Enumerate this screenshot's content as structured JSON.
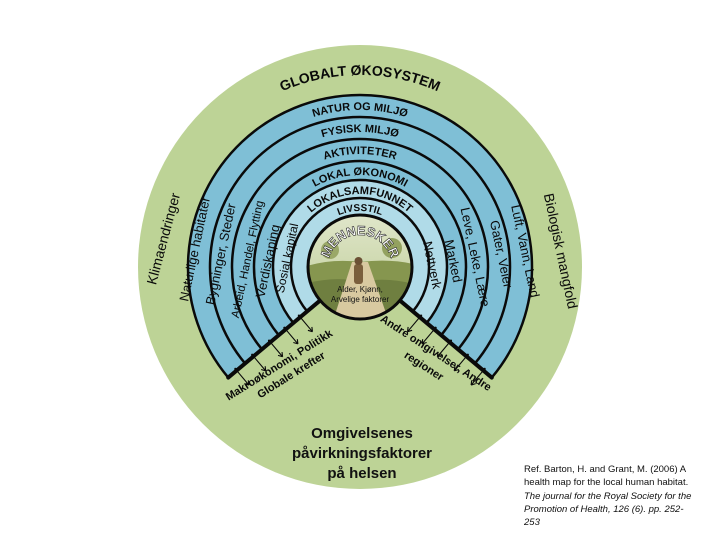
{
  "diagram": {
    "outer_title": "GLOBALT ØKOSYSTEM",
    "bands": [
      {
        "title": "NATUR OG MILJØ",
        "left": "Naturlige habitater",
        "right": "Luft, Vann, Land"
      },
      {
        "title": "FYSISK MILJØ",
        "left": "Bygninger, Steder",
        "right": "Gater, Veier"
      },
      {
        "title": "AKTIVITETER",
        "left": "Arbeid, Handel, Flytting",
        "right": "Leve, Leke, Lære"
      },
      {
        "title": "LOKAL ØKONOMI",
        "left": "Verdiskaping",
        "right": "Marked"
      },
      {
        "title": "LOKALSAMFUNNET",
        "left": "Sosial kapital",
        "right": "Nettverk"
      },
      {
        "title": "LIVSSTIL",
        "left": "",
        "right": ""
      }
    ],
    "center_title": "MENNESKER",
    "center_sub1": "Alder, Kjønn,",
    "center_sub2": "Arvelige faktorer",
    "side_left": "Klimaendringer",
    "side_right": "Biologisk mangfold",
    "wedge_left_1": "Makroøkonomi, Politikk",
    "wedge_left_2": "Globale krefter",
    "wedge_right_1": "Andre omgivelser, Andre",
    "wedge_right_2": "regioner"
  },
  "caption": {
    "line1": "Omgivelsenes",
    "line2": "påvirkningsfaktorer",
    "line3": "på helsen"
  },
  "reference": {
    "line1": "Ref. Barton, H. and Grant, M. (2006) A",
    "line2": "health map for the local human habitat.",
    "line3": "The journal for the Royal Society for the",
    "line4": "Promotion of Health, 126 (6). pp. 252-",
    "line5": "253"
  },
  "colors": {
    "outer_green": "#bdd396",
    "band_blue": "#7fbfd6",
    "inner_blue": "#b0dbe8",
    "outline": "#0a0a0a",
    "center_photo_sky": "#cfd9b2",
    "center_photo_ground": "#7f8f4e"
  }
}
